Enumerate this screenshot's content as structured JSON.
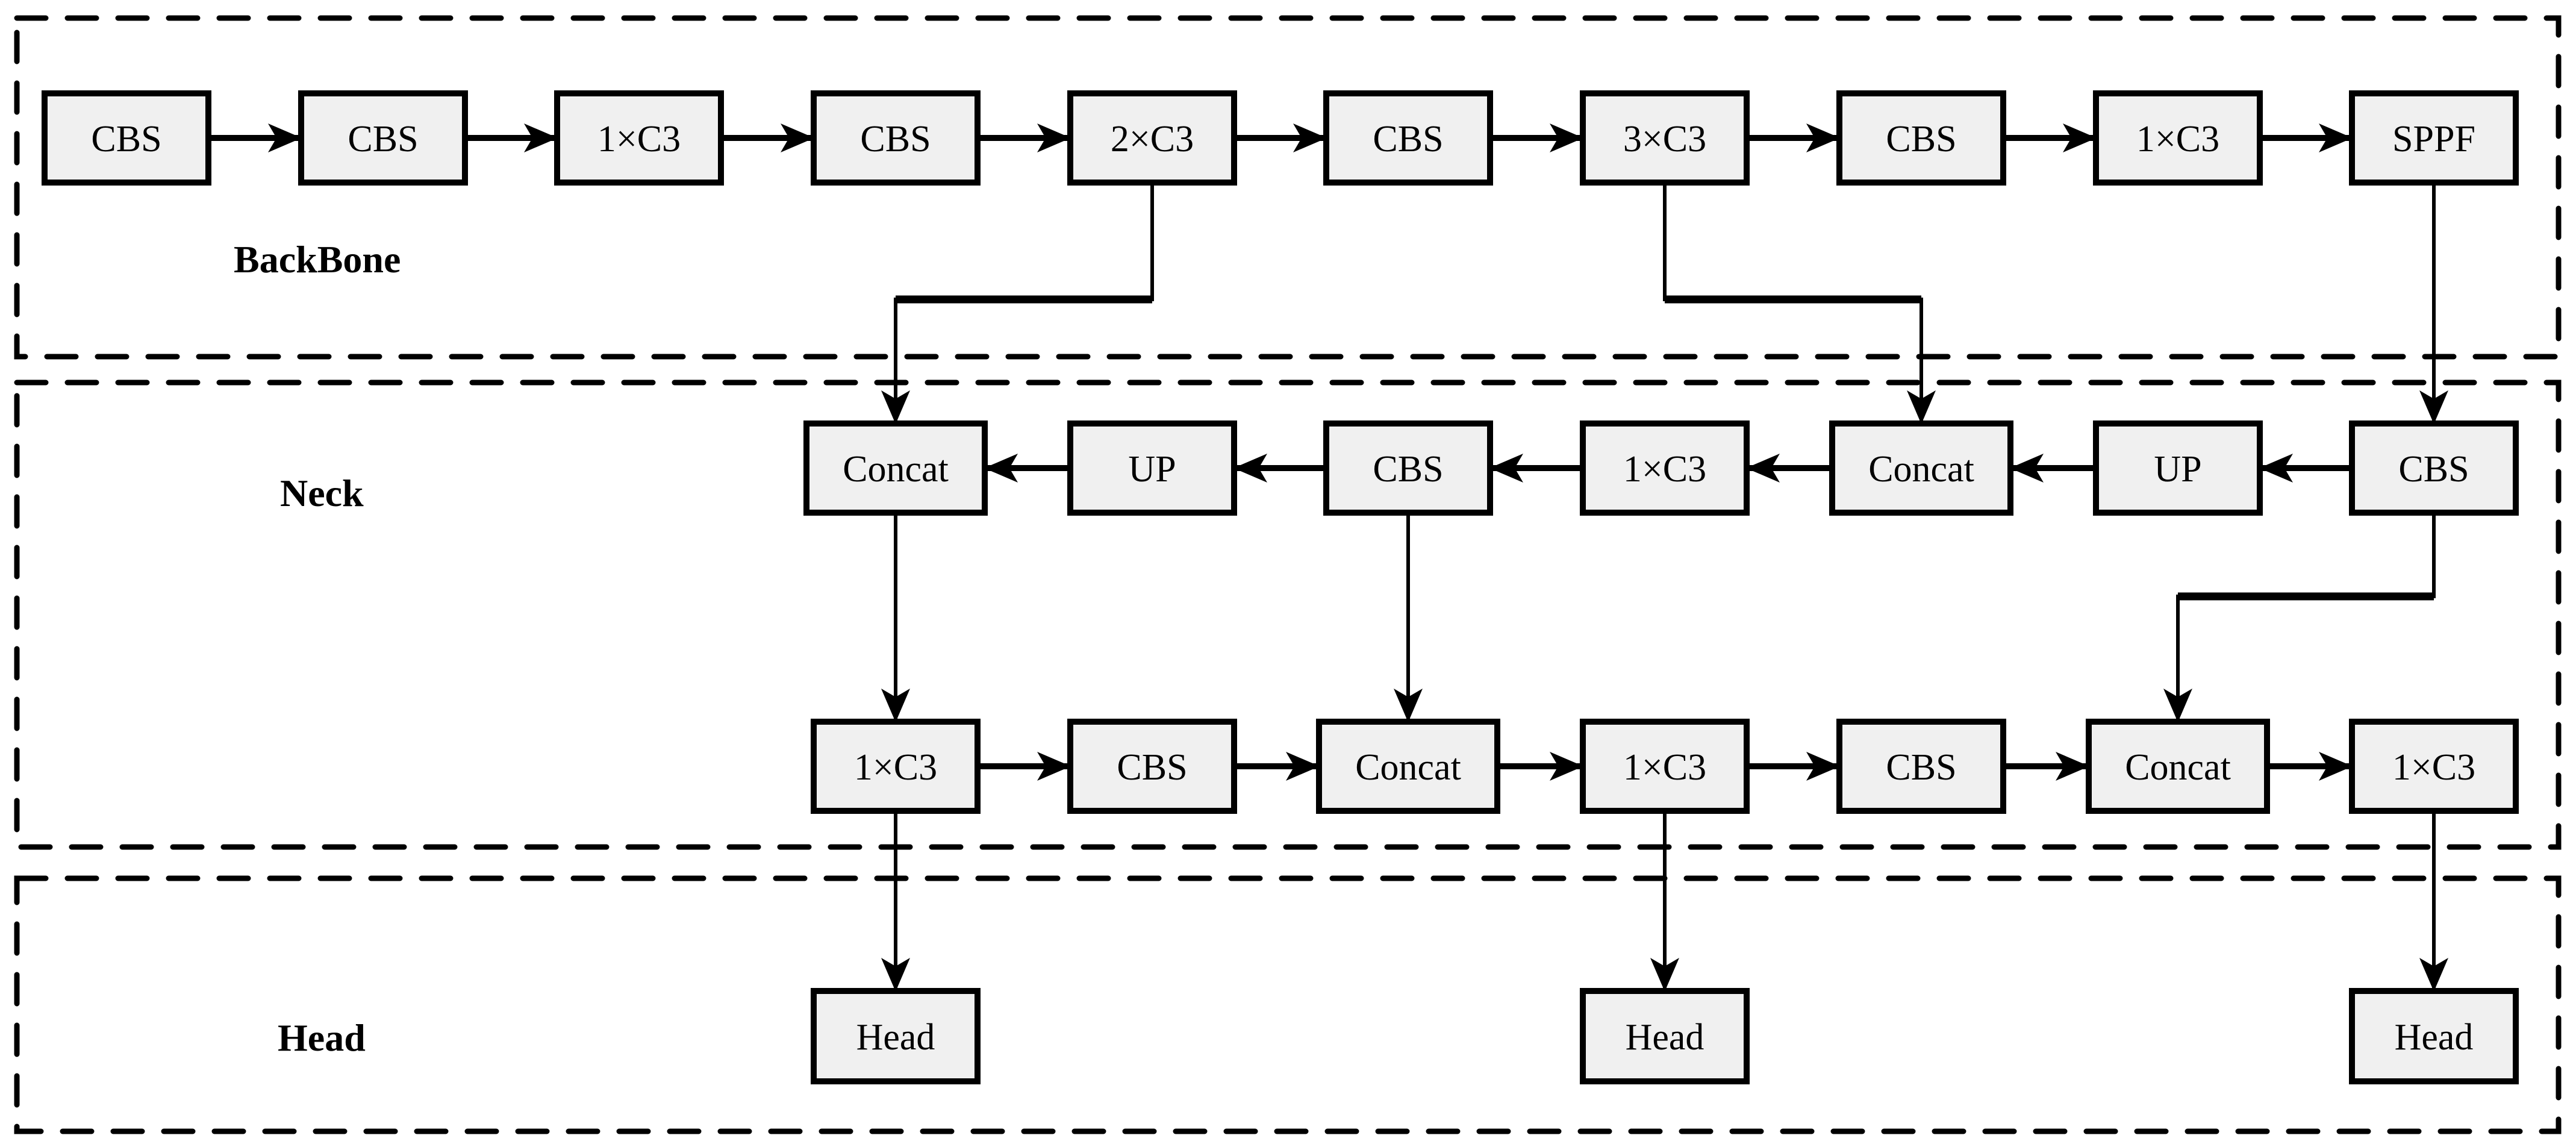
{
  "colors": {
    "background": "#ffffff",
    "box_fill": "#f0f0f0",
    "box_border": "#000000",
    "line": "#000000",
    "text": "#000000"
  },
  "sections": {
    "backbone_label": "BackBone",
    "neck_label": "Neck",
    "head_label": "Head"
  },
  "backbone_nodes": [
    "CBS",
    "CBS",
    "1×C3",
    "CBS",
    "2×C3",
    "CBS",
    "3×C3",
    "CBS",
    "1×C3",
    "SPPF"
  ],
  "neck_row1_nodes": [
    "Concat",
    "UP",
    "CBS",
    "1×C3",
    "Concat",
    "UP",
    "CBS"
  ],
  "neck_row2_nodes": [
    "1×C3",
    "CBS",
    "Concat",
    "1×C3",
    "CBS",
    "Concat",
    "1×C3"
  ],
  "head_nodes": [
    "Head",
    "Head",
    "Head"
  ]
}
